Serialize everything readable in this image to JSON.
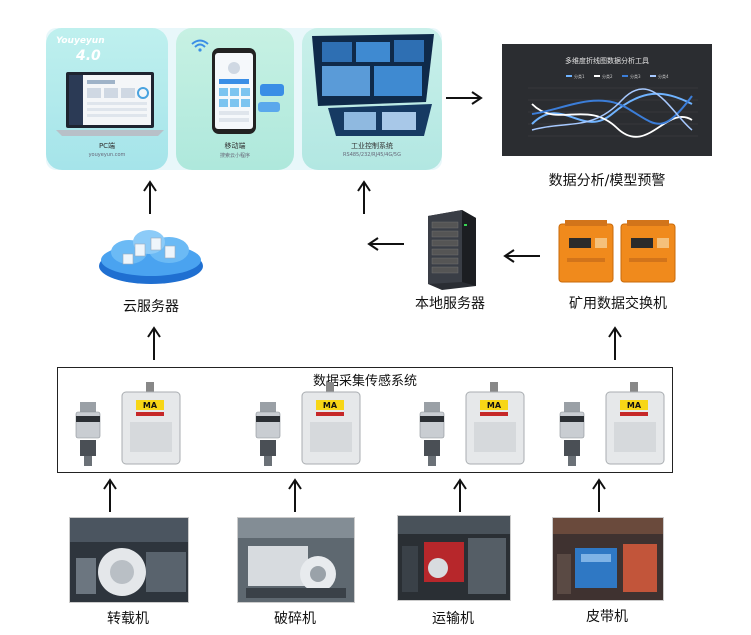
{
  "banner": {
    "pc": {
      "brand": "Youyeyun",
      "version": "4.0",
      "title": "PC端",
      "sub": "youyeyun.com"
    },
    "mobile": {
      "title": "移动端",
      "sub": "搜索云小程序"
    },
    "industrial": {
      "title": "工业控制系统",
      "sub": "RS485/232/RJ45/4G/5G"
    }
  },
  "chart_panel": {
    "title": "多维度折线图数据分析工具",
    "legend": [
      "分类1",
      "分类2",
      "分类3",
      "分类4"
    ]
  },
  "nodes": {
    "analysis": "数据分析/模型预警",
    "cloud": "云服务器",
    "local": "本地服务器",
    "switch": "矿用数据交换机",
    "system": "数据采集传感系统"
  },
  "sensor_badge": "MA",
  "machines": [
    "转载机",
    "破碎机",
    "运输机",
    "皮带机"
  ],
  "colors": {
    "accent": "#f08a1c",
    "sensor_red": "#c62828",
    "badge_yellow": "#f7d616"
  }
}
